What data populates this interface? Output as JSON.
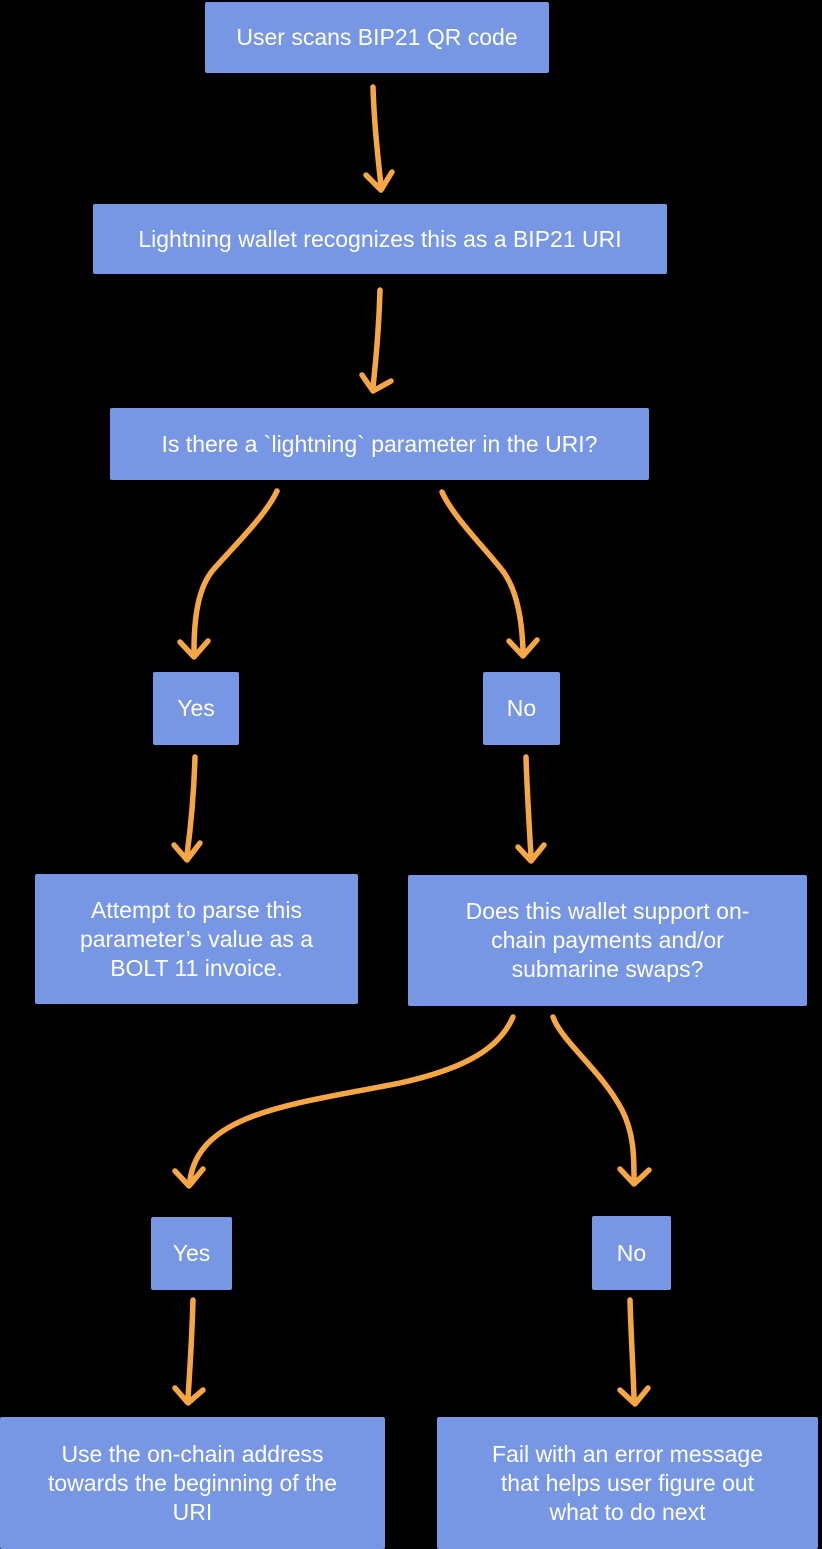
{
  "diagram": {
    "type": "flowchart",
    "background_color": "#000000",
    "node_fill_color": "#7796E3",
    "node_text_color": "#FFFFFF",
    "arrow_color": "#F7A644",
    "nodes": {
      "scan": {
        "label": "User scans BIP21 QR code"
      },
      "recognize": {
        "label": "Lightning wallet recognizes this as a BIP21 URI"
      },
      "question_lightning_param": {
        "label": "Is there a `lightning` parameter in the URI?"
      },
      "yes_1": {
        "label": "Yes"
      },
      "no_1": {
        "label": "No"
      },
      "parse_bolt11": {
        "label": "Attempt to parse this\nparameter’s value as a\nBOLT 11 invoice."
      },
      "question_wallet_support": {
        "label": "Does this wallet support on-\nchain payments and/or\nsubmarine swaps?"
      },
      "yes_2": {
        "label": "Yes"
      },
      "no_2": {
        "label": "No"
      },
      "use_onchain": {
        "label": "Use the on-chain address\ntowards the beginning of the\nURI"
      },
      "fail_error": {
        "label": "Fail with an error message\nthat helps user figure out\nwhat to do next"
      }
    },
    "edges": [
      {
        "from": "scan",
        "to": "recognize"
      },
      {
        "from": "recognize",
        "to": "question_lightning_param"
      },
      {
        "from": "question_lightning_param",
        "to": "yes_1"
      },
      {
        "from": "question_lightning_param",
        "to": "no_1"
      },
      {
        "from": "yes_1",
        "to": "parse_bolt11"
      },
      {
        "from": "no_1",
        "to": "question_wallet_support"
      },
      {
        "from": "question_wallet_support",
        "to": "yes_2"
      },
      {
        "from": "question_wallet_support",
        "to": "no_2"
      },
      {
        "from": "yes_2",
        "to": "use_onchain"
      },
      {
        "from": "no_2",
        "to": "fail_error"
      }
    ]
  }
}
